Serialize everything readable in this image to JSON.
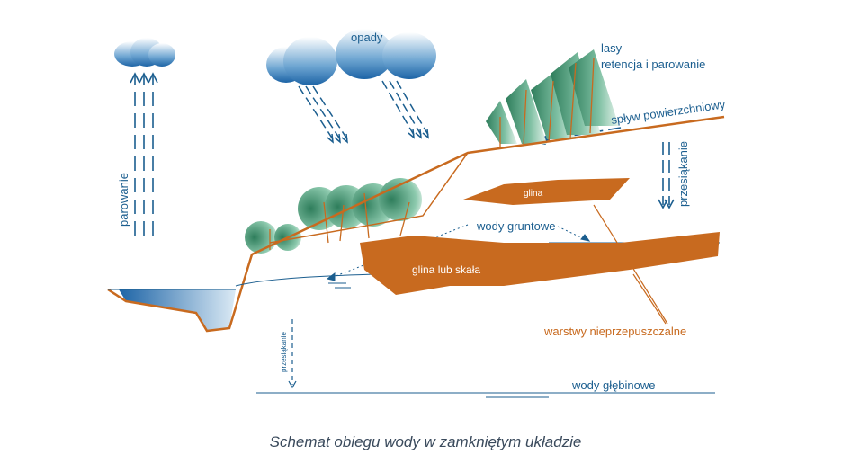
{
  "labels": {
    "opady": "opady",
    "lasy": "lasy",
    "retencja": "retencja i parowanie",
    "splyw": "spływ powierzchniowy",
    "parowanie": "parowanie",
    "przesiakanie_right": "przesiąkanie",
    "glina": "glina",
    "wody_gruntowe": "wody gruntowe",
    "glina_skala": "glina lub skała",
    "warstwy": "warstwy nieprzepuszczalne",
    "przesiakanie_small": "przesiąkanie",
    "wody_glebinowe": "wody głębinowe"
  },
  "caption": "Schemat obiegu wody w zamkniętym układzie",
  "colors": {
    "water": "#1b5e8f",
    "soil": "#c86a1f",
    "tree_dark": "#2e7d5b",
    "tree_light": "#a9d8c4"
  }
}
